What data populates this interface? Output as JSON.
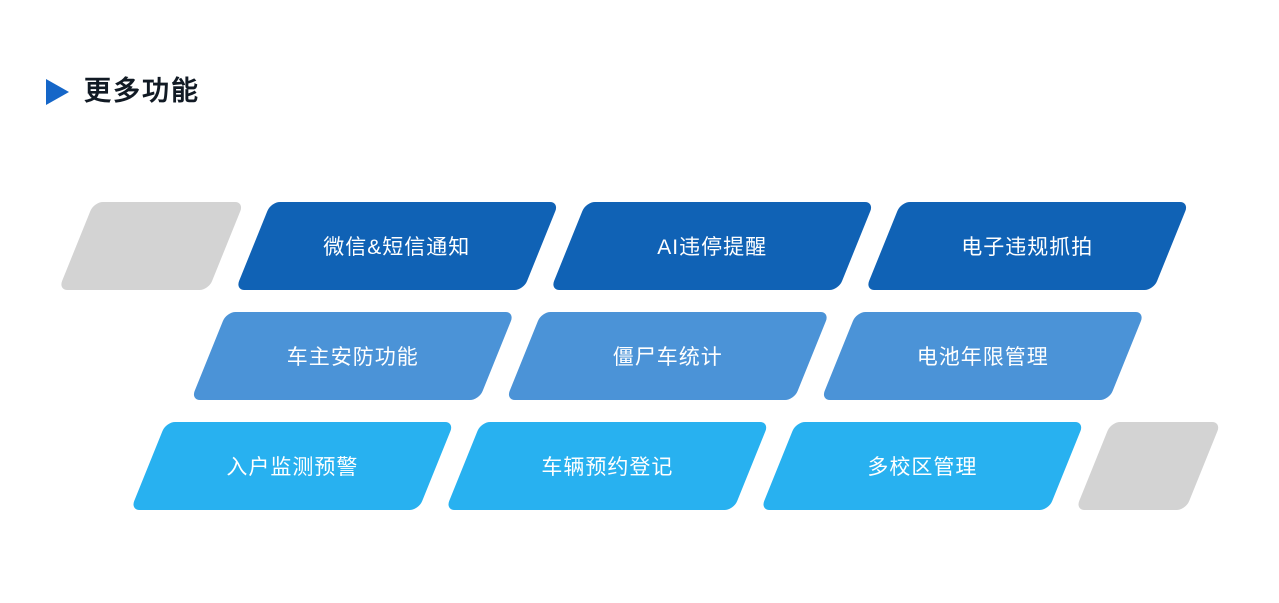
{
  "header": {
    "title": "更多功能",
    "title_color": "#111a24",
    "accent_color": "#1566c8"
  },
  "grid": {
    "partial_color": "#d3d3d3",
    "rows": [
      {
        "color": "#1062b5",
        "items": [
          "微信&短信通知",
          "AI违停提醒",
          "电子违规抓拍"
        ]
      },
      {
        "color": "#4b93d7",
        "items": [
          "车主安防功能",
          "僵尸车统计",
          "电池年限管理"
        ]
      },
      {
        "color": "#28b1f0",
        "items": [
          "入户监测预警",
          "车辆预约登记",
          "多校区管理"
        ]
      }
    ]
  }
}
